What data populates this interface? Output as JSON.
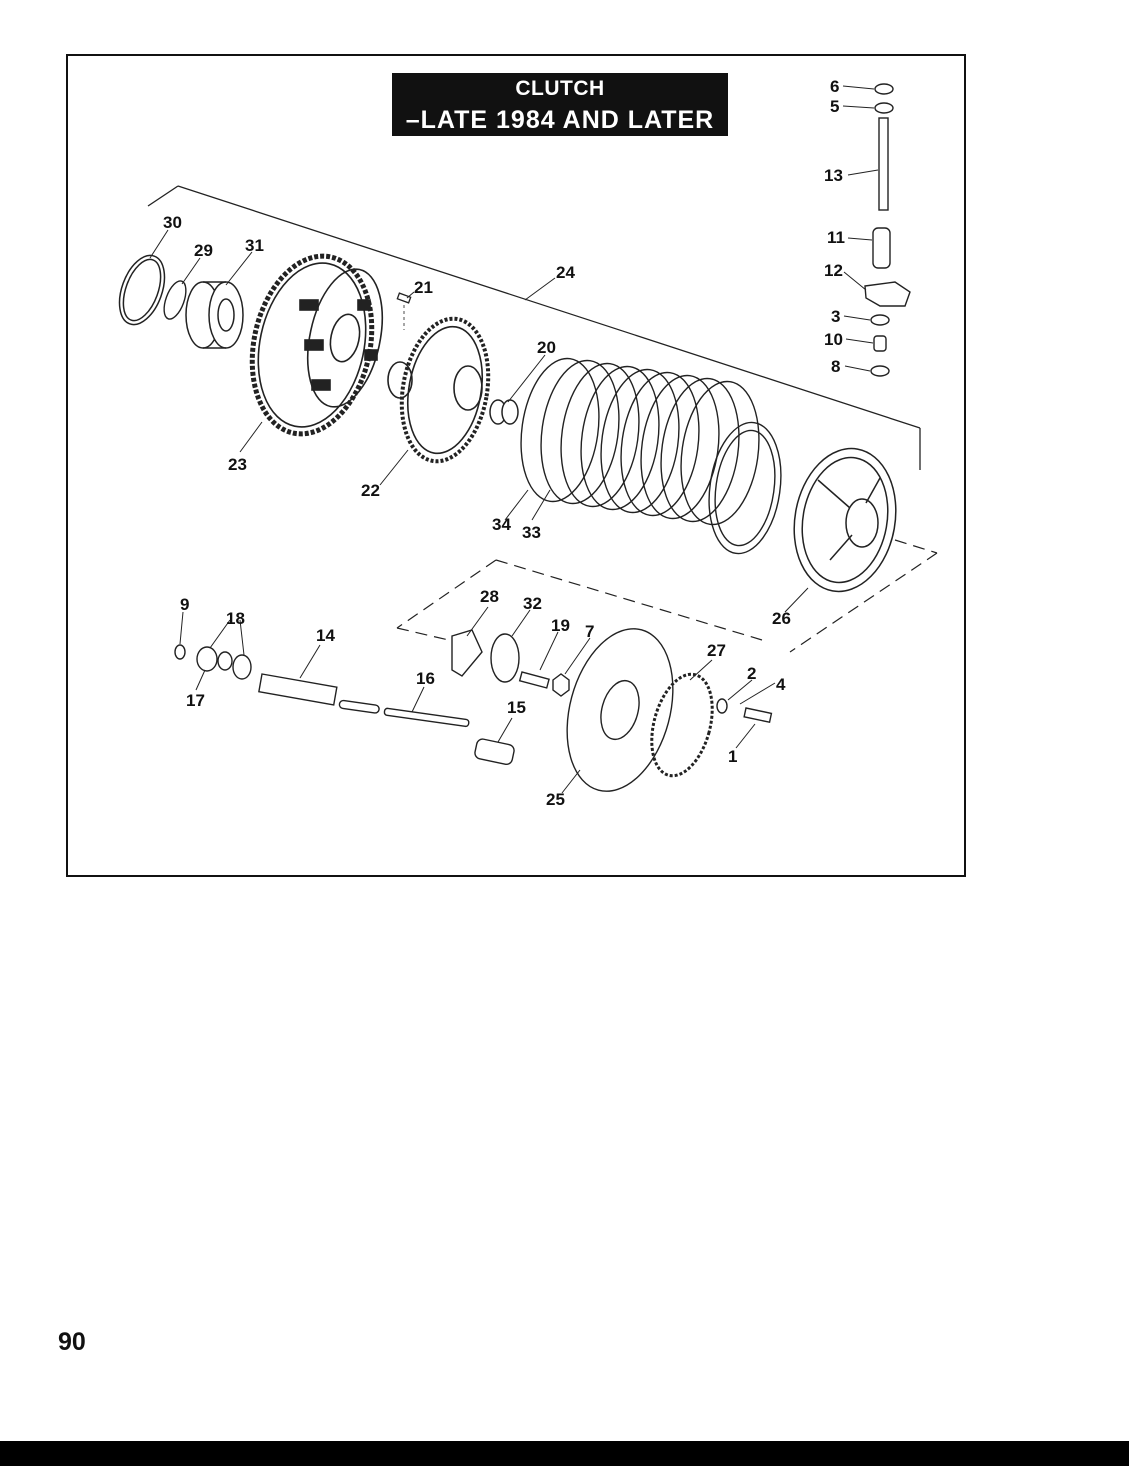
{
  "title": {
    "line1": "CLUTCH",
    "line2": "–LATE 1984 AND LATER"
  },
  "page_number": "90",
  "callouts": [
    {
      "id": "p6",
      "text": "6"
    },
    {
      "id": "p5",
      "text": "5"
    },
    {
      "id": "p13",
      "text": "13"
    },
    {
      "id": "p11",
      "text": "11"
    },
    {
      "id": "p12",
      "text": "12"
    },
    {
      "id": "p3",
      "text": "3"
    },
    {
      "id": "p10",
      "text": "10"
    },
    {
      "id": "p8",
      "text": "8"
    },
    {
      "id": "p30",
      "text": "30"
    },
    {
      "id": "p29",
      "text": "29"
    },
    {
      "id": "p31",
      "text": "31"
    },
    {
      "id": "p21",
      "text": "21"
    },
    {
      "id": "p24",
      "text": "24"
    },
    {
      "id": "p20",
      "text": "20"
    },
    {
      "id": "p23",
      "text": "23"
    },
    {
      "id": "p22",
      "text": "22"
    },
    {
      "id": "p34",
      "text": "34"
    },
    {
      "id": "p33",
      "text": "33"
    },
    {
      "id": "p26",
      "text": "26"
    },
    {
      "id": "p9",
      "text": "9"
    },
    {
      "id": "p18",
      "text": "18"
    },
    {
      "id": "p17",
      "text": "17"
    },
    {
      "id": "p14",
      "text": "14"
    },
    {
      "id": "p16",
      "text": "16"
    },
    {
      "id": "p15",
      "text": "15"
    },
    {
      "id": "p28",
      "text": "28"
    },
    {
      "id": "p32",
      "text": "32"
    },
    {
      "id": "p19",
      "text": "19"
    },
    {
      "id": "p7",
      "text": "7"
    },
    {
      "id": "p27",
      "text": "27"
    },
    {
      "id": "p2",
      "text": "2"
    },
    {
      "id": "p4",
      "text": "4"
    },
    {
      "id": "p1",
      "text": "1"
    },
    {
      "id": "p25",
      "text": "25"
    }
  ]
}
